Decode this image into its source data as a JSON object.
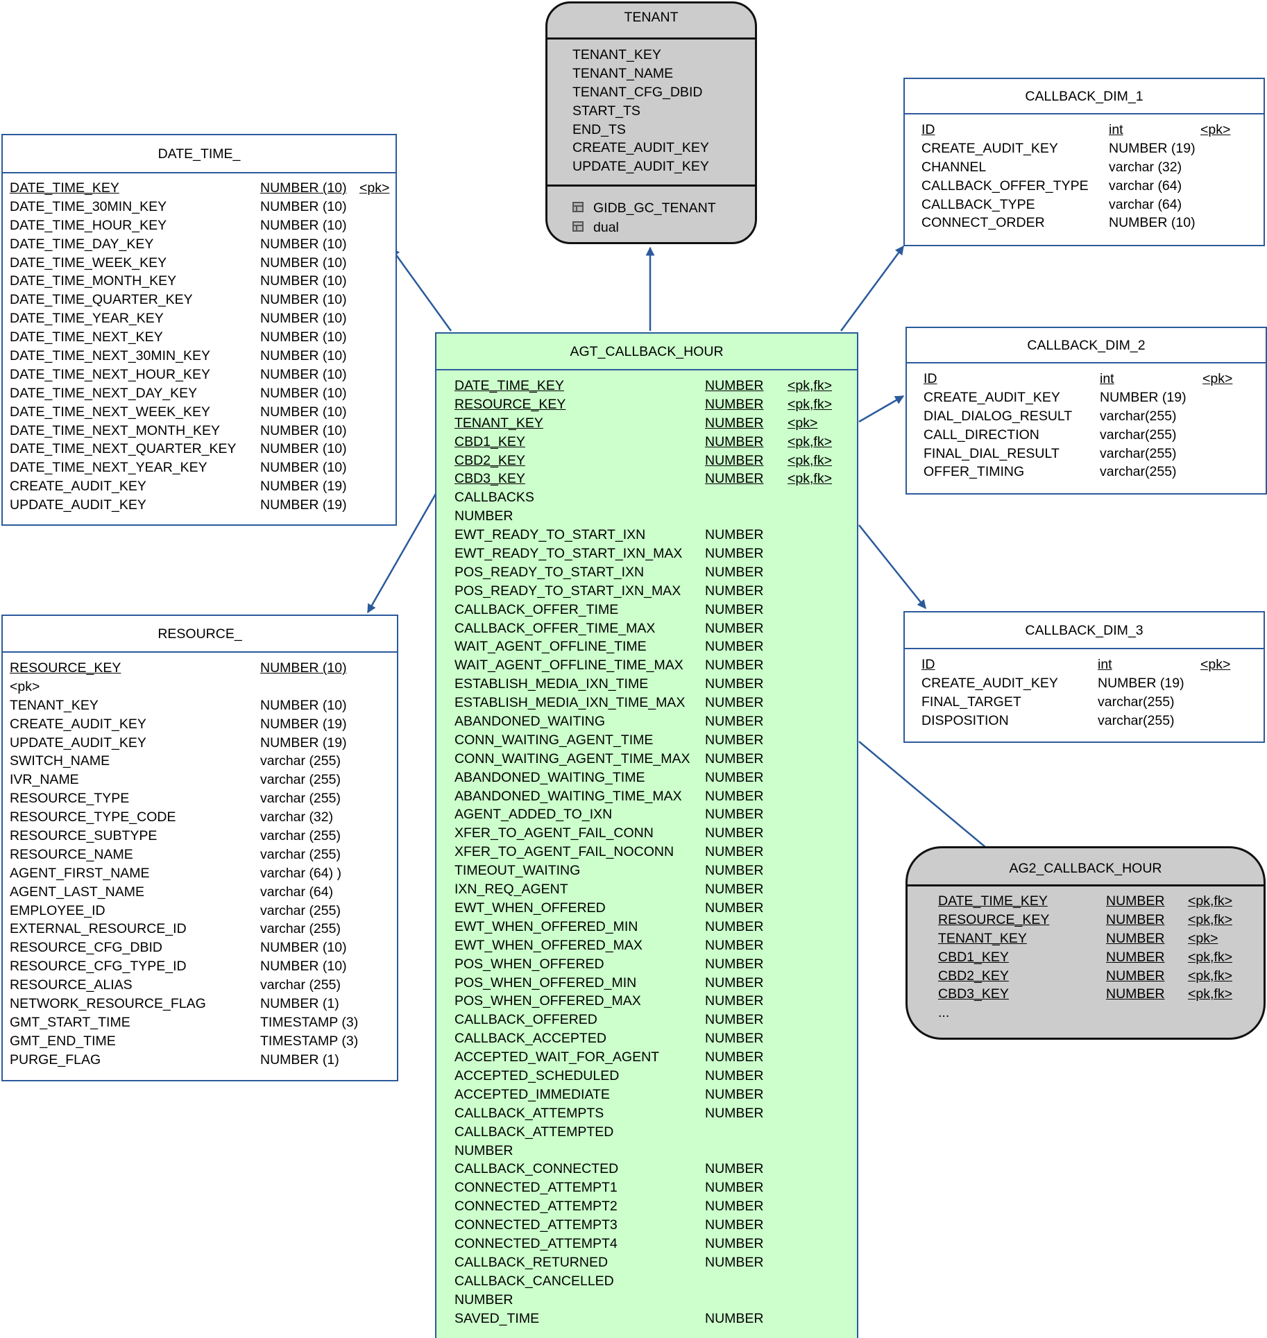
{
  "colors": {
    "line": "#2a5a9c",
    "fact_fill": "#ccffcc",
    "view_fill": "#cccccc",
    "view_border": "#111111"
  },
  "entities": {
    "tenant": {
      "title": "TENANT",
      "columns": [
        {
          "name": "TENANT_KEY"
        },
        {
          "name": "TENANT_NAME"
        },
        {
          "name": "TENANT_CFG_DBID"
        },
        {
          "name": "START_TS"
        },
        {
          "name": "END_TS"
        },
        {
          "name": "CREATE_AUDIT_KEY"
        },
        {
          "name": "UPDATE_AUDIT_KEY"
        }
      ],
      "usages": [
        {
          "icon": "table-icon",
          "label": "GIDB_GC_TENANT"
        },
        {
          "icon": "table-icon",
          "label": "dual"
        }
      ]
    },
    "date_time": {
      "title": "DATE_TIME_",
      "columns": [
        {
          "name": "DATE_TIME_KEY",
          "type": "NUMBER (10)",
          "key": "<pk>",
          "underline": true
        },
        {
          "name": "DATE_TIME_30MIN_KEY",
          "type": "NUMBER (10)"
        },
        {
          "name": "DATE_TIME_HOUR_KEY",
          "type": "NUMBER (10)"
        },
        {
          "name": "DATE_TIME_DAY_KEY",
          "type": "NUMBER (10)"
        },
        {
          "name": "DATE_TIME_WEEK_KEY",
          "type": "NUMBER (10)"
        },
        {
          "name": "DATE_TIME_MONTH_KEY",
          "type": "NUMBER (10)"
        },
        {
          "name": "DATE_TIME_QUARTER_KEY",
          "type": "NUMBER (10)"
        },
        {
          "name": "DATE_TIME_YEAR_KEY",
          "type": "NUMBER (10)"
        },
        {
          "name": "DATE_TIME_NEXT_KEY",
          "type": "NUMBER (10)"
        },
        {
          "name": "DATE_TIME_NEXT_30MIN_KEY",
          "type": "NUMBER (10)"
        },
        {
          "name": "DATE_TIME_NEXT_HOUR_KEY",
          "type": "NUMBER (10)"
        },
        {
          "name": "DATE_TIME_NEXT_DAY_KEY",
          "type": "NUMBER (10)"
        },
        {
          "name": "DATE_TIME_NEXT_WEEK_KEY",
          "type": "NUMBER (10)"
        },
        {
          "name": "DATE_TIME_NEXT_MONTH_KEY",
          "type": "NUMBER (10)"
        },
        {
          "name": "DATE_TIME_NEXT_QUARTER_KEY",
          "type": "NUMBER (10)"
        },
        {
          "name": "DATE_TIME_NEXT_YEAR_KEY",
          "type": "NUMBER (10)"
        },
        {
          "name": "CREATE_AUDIT_KEY",
          "type": "NUMBER (19)"
        },
        {
          "name": "UPDATE_AUDIT_KEY",
          "type": "NUMBER (19)"
        }
      ]
    },
    "callback_dim_1": {
      "title": "CALLBACK_DIM_1",
      "columns": [
        {
          "name": "ID",
          "type": "int",
          "key": "<pk>",
          "underline": true
        },
        {
          "name": "CREATE_AUDIT_KEY",
          "type": "NUMBER (19)"
        },
        {
          "name": "CHANNEL",
          "type": "varchar (32)"
        },
        {
          "name": "CALLBACK_OFFER_TYPE",
          "type": "varchar (64)"
        },
        {
          "name": "CALLBACK_TYPE",
          "type": "varchar (64)"
        },
        {
          "name": "CONNECT_ORDER",
          "type": "NUMBER (10)"
        }
      ]
    },
    "callback_dim_2": {
      "title": "CALLBACK_DIM_2",
      "columns": [
        {
          "name": "ID",
          "type": "int",
          "key": "<pk>",
          "underline": true
        },
        {
          "name": "CREATE_AUDIT_KEY",
          "type": "NUMBER (19)"
        },
        {
          "name": "DIAL_DIALOG_RESULT",
          "type": "varchar(255)"
        },
        {
          "name": "CALL_DIRECTION",
          "type": "varchar(255)"
        },
        {
          "name": "FINAL_DIAL_RESULT",
          "type": "varchar(255)"
        },
        {
          "name": "OFFER_TIMING",
          "type": "varchar(255)"
        }
      ]
    },
    "callback_dim_3": {
      "title": "CALLBACK_DIM_3",
      "columns": [
        {
          "name": "ID",
          "type": "int",
          "key": "<pk>",
          "underline": true
        },
        {
          "name": "CREATE_AUDIT_KEY",
          "type": "NUMBER (19)"
        },
        {
          "name": "FINAL_TARGET",
          "type": "varchar(255)"
        },
        {
          "name": "DISPOSITION",
          "type": "varchar(255)"
        }
      ]
    },
    "resource": {
      "title": "RESOURCE_",
      "columns": [
        {
          "name": "RESOURCE_KEY",
          "type": "NUMBER (10)",
          "underline": true
        },
        {
          "name": "<pk>"
        },
        {
          "name": "TENANT_KEY",
          "type": "NUMBER (10)"
        },
        {
          "name": "CREATE_AUDIT_KEY",
          "type": "NUMBER (19)"
        },
        {
          "name": "UPDATE_AUDIT_KEY",
          "type": "NUMBER (19)"
        },
        {
          "name": "SWITCH_NAME",
          "type": "varchar (255)"
        },
        {
          "name": "IVR_NAME",
          "type": "varchar (255)"
        },
        {
          "name": "RESOURCE_TYPE",
          "type": "varchar (255)"
        },
        {
          "name": "RESOURCE_TYPE_CODE",
          "type": "varchar (32)"
        },
        {
          "name": "RESOURCE_SUBTYPE",
          "type": "varchar (255)"
        },
        {
          "name": "RESOURCE_NAME",
          "type": "varchar (255)"
        },
        {
          "name": "AGENT_FIRST_NAME",
          "type": "varchar (64) )"
        },
        {
          "name": "AGENT_LAST_NAME",
          "type": "varchar (64)"
        },
        {
          "name": "EMPLOYEE_ID",
          "type": "varchar (255)"
        },
        {
          "name": "EXTERNAL_RESOURCE_ID",
          "type": "varchar (255)"
        },
        {
          "name": "RESOURCE_CFG_DBID",
          "type": "NUMBER (10)"
        },
        {
          "name": "RESOURCE_CFG_TYPE_ID",
          "type": "NUMBER (10)"
        },
        {
          "name": "RESOURCE_ALIAS",
          "type": "varchar (255)"
        },
        {
          "name": "NETWORK_RESOURCE_FLAG",
          "type": "NUMBER (1)"
        },
        {
          "name": "GMT_START_TIME",
          "type": "TIMESTAMP (3)"
        },
        {
          "name": "GMT_END_TIME",
          "type": "TIMESTAMP (3)"
        },
        {
          "name": "PURGE_FLAG",
          "type": "NUMBER (1)"
        }
      ]
    },
    "agt_callback_hour": {
      "title": "AGT_CALLBACK_HOUR",
      "columns": [
        {
          "name": "DATE_TIME_KEY",
          "type": "NUMBER",
          "key": "<pk,fk>",
          "underline": true
        },
        {
          "name": "RESOURCE_KEY",
          "type": "NUMBER",
          "key": "<pk,fk>",
          "underline": true
        },
        {
          "name": "TENANT_KEY",
          "type": "NUMBER",
          "key": "<pk>",
          "underline": true
        },
        {
          "name": "CBD1_KEY",
          "type": "NUMBER",
          "key": "<pk,fk>",
          "underline": true
        },
        {
          "name": "CBD2_KEY",
          "type": "NUMBER",
          "key": "<pk,fk>",
          "underline": true
        },
        {
          "name": "CBD3_KEY",
          "type": "NUMBER",
          "key": "<pk,fk>",
          "underline": true
        },
        {
          "name": "CALLBACKS"
        },
        {
          "name": "NUMBER"
        },
        {
          "name": "EWT_READY_TO_START_IXN",
          "type": "NUMBER"
        },
        {
          "name": "EWT_READY_TO_START_IXN_MAX",
          "type": "NUMBER"
        },
        {
          "name": "POS_READY_TO_START_IXN",
          "type": "NUMBER"
        },
        {
          "name": "POS_READY_TO_START_IXN_MAX",
          "type": "NUMBER"
        },
        {
          "name": "CALLBACK_OFFER_TIME",
          "type": "NUMBER"
        },
        {
          "name": "CALLBACK_OFFER_TIME_MAX",
          "type": "NUMBER"
        },
        {
          "name": "WAIT_AGENT_OFFLINE_TIME",
          "type": "NUMBER"
        },
        {
          "name": "WAIT_AGENT_OFFLINE_TIME_MAX",
          "type": "NUMBER"
        },
        {
          "name": "ESTABLISH_MEDIA_IXN_TIME",
          "type": "NUMBER"
        },
        {
          "name": "ESTABLISH_MEDIA_IXN_TIME_MAX",
          "type": "NUMBER"
        },
        {
          "name": "ABANDONED_WAITING",
          "type": "NUMBER"
        },
        {
          "name": "CONN_WAITING_AGENT_TIME",
          "type": "NUMBER"
        },
        {
          "name": "CONN_WAITING_AGENT_TIME_MAX",
          "type": "NUMBER"
        },
        {
          "name": "ABANDONED_WAITING_TIME",
          "type": "NUMBER"
        },
        {
          "name": "ABANDONED_WAITING_TIME_MAX",
          "type": "NUMBER"
        },
        {
          "name": "AGENT_ADDED_TO_IXN",
          "type": "NUMBER"
        },
        {
          "name": "XFER_TO_AGENT_FAIL_CONN",
          "type": "NUMBER"
        },
        {
          "name": "XFER_TO_AGENT_FAIL_NOCONN",
          "type": "NUMBER"
        },
        {
          "name": "TIMEOUT_WAITING",
          "type": "NUMBER"
        },
        {
          "name": "IXN_REQ_AGENT",
          "type": "NUMBER"
        },
        {
          "name": "EWT_WHEN_OFFERED",
          "type": "NUMBER"
        },
        {
          "name": "EWT_WHEN_OFFERED_MIN",
          "type": "NUMBER"
        },
        {
          "name": "EWT_WHEN_OFFERED_MAX",
          "type": "NUMBER"
        },
        {
          "name": "POS_WHEN_OFFERED",
          "type": "NUMBER"
        },
        {
          "name": "POS_WHEN_OFFERED_MIN",
          "type": "NUMBER"
        },
        {
          "name": "POS_WHEN_OFFERED_MAX",
          "type": "NUMBER"
        },
        {
          "name": "CALLBACK_OFFERED",
          "type": "NUMBER"
        },
        {
          "name": "CALLBACK_ACCEPTED",
          "type": "NUMBER"
        },
        {
          "name": "ACCEPTED_WAIT_FOR_AGENT",
          "type": "NUMBER"
        },
        {
          "name": "ACCEPTED_SCHEDULED",
          "type": "NUMBER"
        },
        {
          "name": "ACCEPTED_IMMEDIATE",
          "type": "NUMBER"
        },
        {
          "name": "CALLBACK_ATTEMPTS",
          "type": "NUMBER"
        },
        {
          "name": "CALLBACK_ATTEMPTED"
        },
        {
          "name": "NUMBER"
        },
        {
          "name": "CALLBACK_CONNECTED",
          "type": "NUMBER"
        },
        {
          "name": "CONNECTED_ATTEMPT1",
          "type": "NUMBER"
        },
        {
          "name": "CONNECTED_ATTEMPT2",
          "type": "NUMBER"
        },
        {
          "name": "CONNECTED_ATTEMPT3",
          "type": "NUMBER"
        },
        {
          "name": "CONNECTED_ATTEMPT4",
          "type": "NUMBER"
        },
        {
          "name": "CALLBACK_RETURNED",
          "type": "NUMBER"
        },
        {
          "name": "CALLBACK_CANCELLED"
        },
        {
          "name": "NUMBER"
        },
        {
          "name": "SAVED_TIME",
          "type": "NUMBER"
        }
      ]
    },
    "ag2_callback_hour": {
      "title": "AG2_CALLBACK_HOUR",
      "columns": [
        {
          "name": "DATE_TIME_KEY",
          "type": "NUMBER",
          "key": "<pk,fk>",
          "underline": true
        },
        {
          "name": "RESOURCE_KEY",
          "type": "NUMBER",
          "key": "<pk,fk>",
          "underline": true
        },
        {
          "name": "TENANT_KEY",
          "type": "NUMBER",
          "key": "<pk>",
          "underline": true
        },
        {
          "name": "CBD1_KEY",
          "type": "NUMBER",
          "key": "<pk,fk>",
          "underline": true
        },
        {
          "name": "CBD2_KEY",
          "type": "NUMBER",
          "key": "<pk,fk>",
          "underline": true
        },
        {
          "name": "CBD3_KEY",
          "type": "NUMBER",
          "key": "<pk,fk>",
          "underline": true
        },
        {
          "name": "..."
        }
      ]
    }
  },
  "relationships": [
    {
      "from": "agt_callback_hour",
      "to": "tenant"
    },
    {
      "from": "agt_callback_hour",
      "to": "date_time"
    },
    {
      "from": "agt_callback_hour",
      "to": "callback_dim_1"
    },
    {
      "from": "agt_callback_hour",
      "to": "callback_dim_2"
    },
    {
      "from": "agt_callback_hour",
      "to": "callback_dim_3"
    },
    {
      "from": "agt_callback_hour",
      "to": "resource"
    },
    {
      "from": "agt_callback_hour",
      "to": "ag2_callback_hour"
    }
  ]
}
